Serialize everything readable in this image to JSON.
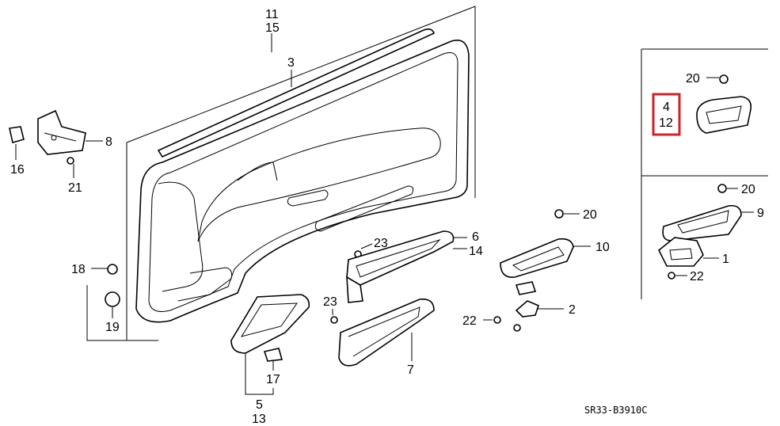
{
  "diagram": {
    "callouts": [
      {
        "id": "c11",
        "text": "11"
      },
      {
        "id": "c15",
        "text": "15"
      },
      {
        "id": "c3",
        "text": "3"
      },
      {
        "id": "c8",
        "text": "8"
      },
      {
        "id": "c16",
        "text": "16"
      },
      {
        "id": "c21",
        "text": "21"
      },
      {
        "id": "c18",
        "text": "18"
      },
      {
        "id": "c19",
        "text": "19"
      },
      {
        "id": "c23a",
        "text": "23"
      },
      {
        "id": "c6",
        "text": "6"
      },
      {
        "id": "c14",
        "text": "14"
      },
      {
        "id": "c23b",
        "text": "23"
      },
      {
        "id": "c7",
        "text": "7"
      },
      {
        "id": "c17",
        "text": "17"
      },
      {
        "id": "c5",
        "text": "5"
      },
      {
        "id": "c13",
        "text": "13"
      },
      {
        "id": "c20a",
        "text": "20"
      },
      {
        "id": "c10",
        "text": "10"
      },
      {
        "id": "c2",
        "text": "2"
      },
      {
        "id": "c22a",
        "text": "22"
      },
      {
        "id": "c20b",
        "text": "20"
      },
      {
        "id": "c4",
        "text": "4"
      },
      {
        "id": "c12",
        "text": "12"
      },
      {
        "id": "c20c",
        "text": "20"
      },
      {
        "id": "c9",
        "text": "9"
      },
      {
        "id": "c1",
        "text": "1"
      },
      {
        "id": "c22b",
        "text": "22"
      }
    ],
    "diagram_code": "SR33-B3910C",
    "highlight_color": "#d0202a"
  }
}
